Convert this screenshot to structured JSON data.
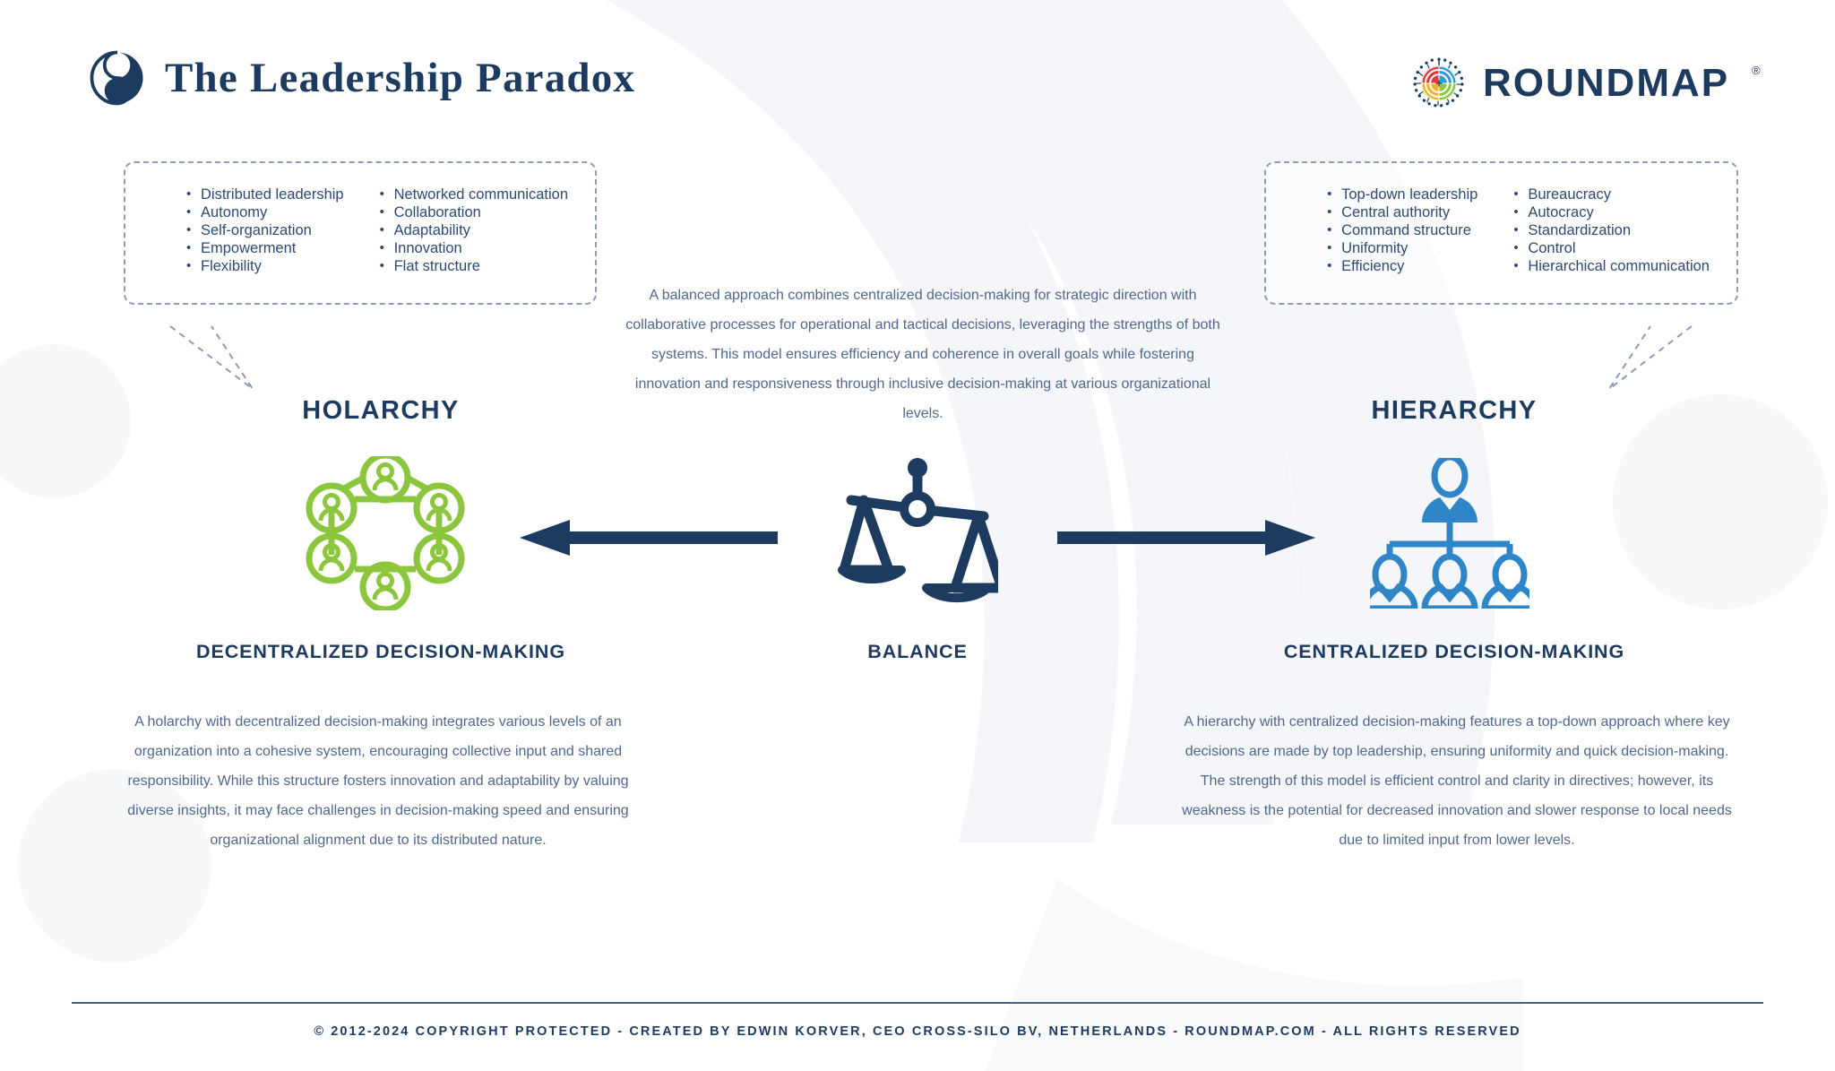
{
  "header": {
    "title": "The Leadership Paradox",
    "logo_icon": "yin-yang-icon",
    "brand": {
      "name": "ROUNDMAP",
      "registered_mark": "®",
      "mark_icon": "roundmap-circular-mark-icon",
      "mark_colors": [
        "#e03a3e",
        "#2e9bd6",
        "#f0b323",
        "#8cc63f"
      ]
    }
  },
  "bubbles": {
    "left": {
      "name": "holarchy-traits",
      "column_1": [
        "Distributed leadership",
        "Autonomy",
        "Self-organization",
        "Empowerment",
        "Flexibility"
      ],
      "column_2": [
        "Networked communication",
        "Collaboration",
        "Adaptability",
        "Innovation",
        "Flat structure"
      ]
    },
    "right": {
      "name": "hierarchy-traits",
      "column_1": [
        "Top-down leadership",
        "Central authority",
        "Command structure",
        "Uniformity",
        "Efficiency"
      ],
      "column_2": [
        "Bureaucracy",
        "Autocracy",
        "Standardization",
        "Control",
        "Hierarchical communication"
      ]
    }
  },
  "columns": {
    "holarchy": {
      "heading": "HOLARCHY",
      "icon": "networked-people-ring-icon",
      "icon_color": "#8cc63f",
      "sub_label": "DECENTRALIZED DECISION-MAKING",
      "paragraph": "A holarchy with decentralized decision-making integrates various levels of an organization into a cohesive system, encouraging collective input and shared responsibility. While this structure fosters innovation and adaptability by valuing diverse insights, it may face challenges in decision-making speed and ensuring organizational alignment due to its distributed nature."
    },
    "balance": {
      "icon": "balance-scale-icon",
      "icon_color": "#1d3a5f",
      "sub_label": "BALANCE",
      "paragraph": "A balanced approach combines centralized decision-making for strategic direction with collaborative processes for operational and tactical decisions, leveraging the strengths of both systems. This model ensures efficiency and coherence in overall goals while fostering innovation and responsiveness through inclusive decision-making at various organizational levels."
    },
    "hierarchy": {
      "heading": "HIERARCHY",
      "icon": "org-chart-people-icon",
      "icon_color": "#2e86c9",
      "sub_label": "CENTRALIZED DECISION-MAKING",
      "paragraph": "A hierarchy with centralized decision-making features a top-down approach where key decisions are made by top leadership, ensuring uniformity and quick decision-making. The strength of this model is efficient control and clarity in directives; however, its weakness is the potential for decreased innovation and slower response to local needs due to limited input from lower levels."
    }
  },
  "arrows": {
    "left": "arrow-pointing-left-to-holarchy",
    "right": "arrow-pointing-right-to-hierarchy",
    "color": "#1d3a5f"
  },
  "footer": {
    "text": "© 2012-2024 COPYRIGHT PROTECTED - CREATED BY EDWIN KORVER, CEO CROSS-SILO BV, NETHERLANDS - ROUNDMAP.COM - ALL RIGHTS RESERVED"
  },
  "colors": {
    "navy": "#1d3a5f",
    "body_text": "#51678c",
    "green": "#8cc63f",
    "blue": "#2e86c9",
    "dashed_border": "#8b9cb5"
  }
}
